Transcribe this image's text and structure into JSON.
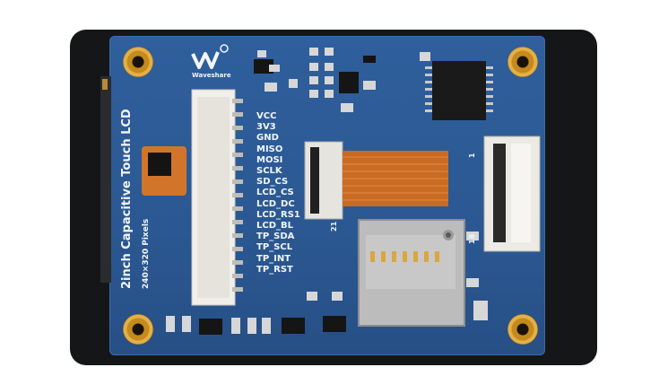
{
  "board": {
    "brand": "Waveshare",
    "title": "2inch Capacitive Touch LCD",
    "resolution": "240×320 Pixels",
    "pins": [
      "VCC",
      "3V3",
      "GND",
      "MISO",
      "MOSI",
      "SCLK",
      "SD_CS",
      "LCD_CS",
      "LCD_DC",
      "LCD_RS1",
      "LCD_BL",
      "TP_SDA",
      "TP_SCL",
      "TP_INT",
      "TP_RST"
    ],
    "connector_labels": {
      "pin21": "21",
      "pin1": "1",
      "pin18": "18"
    }
  },
  "colors": {
    "pcb": "#2b5892",
    "glass": "#151617",
    "gold": "#e3b04a",
    "ribbon": "#c96b22"
  }
}
